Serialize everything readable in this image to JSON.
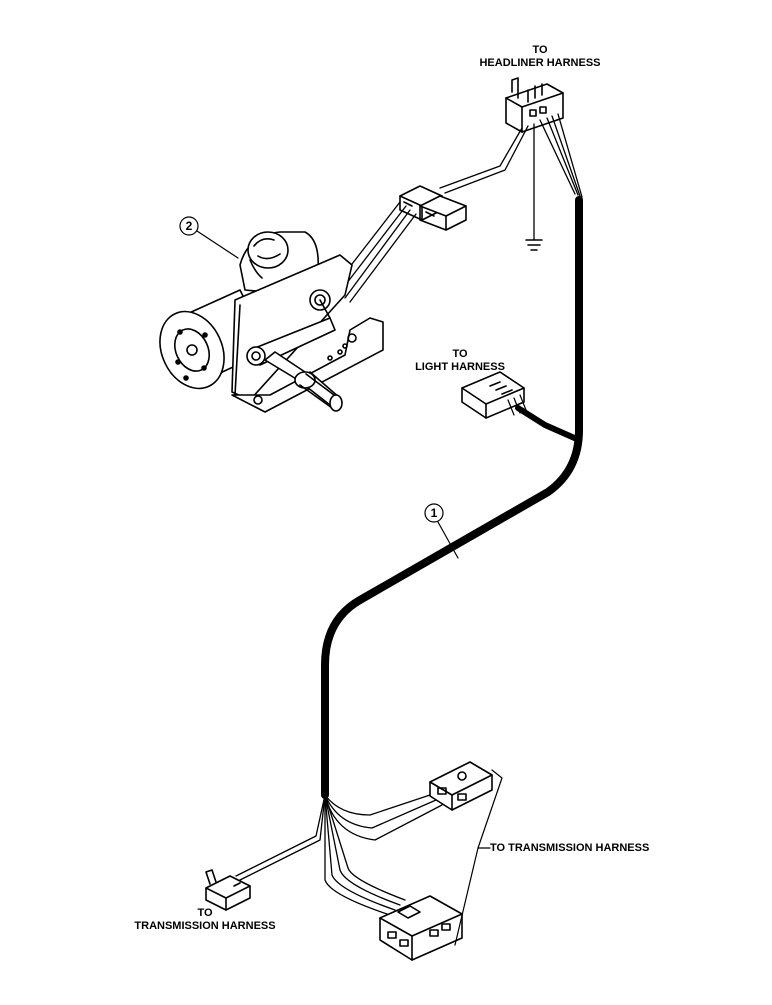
{
  "labels": {
    "headliner_to": "TO",
    "headliner": "HEADLINER HARNESS",
    "light_to": "TO",
    "light": "LIGHT HARNESS",
    "trans_right": "TO TRANSMISSION HARNESS",
    "trans_left_to": "TO",
    "trans_left": "TRANSMISSION HARNESS"
  },
  "callouts": {
    "harness": "1",
    "motor": "2"
  }
}
